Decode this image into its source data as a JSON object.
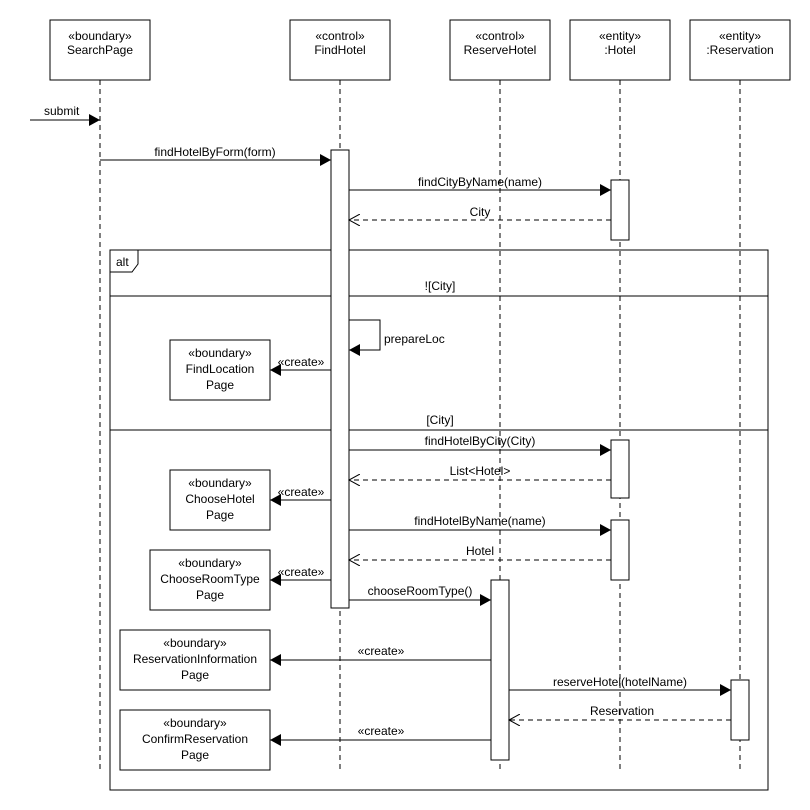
{
  "participants": [
    {
      "stereotype": "«boundary»",
      "name": "SearchPage"
    },
    {
      "stereotype": "«control»",
      "name": "FindHotel"
    },
    {
      "stereotype": "«control»",
      "name": "ReserveHotel"
    },
    {
      "stereotype": "«entity»",
      "name": ":Hotel"
    },
    {
      "stereotype": "«entity»",
      "name": ":Reservation"
    }
  ],
  "messages": {
    "submit": "submit",
    "find_hotel_by_form": "findHotelByForm(form)",
    "find_city_by_name": "findCityByName(name)",
    "city_return": "City",
    "prepare_loc": "prepareLoc",
    "create_1": "«create»",
    "find_hotel_by_city": "findHotelByCity(City)",
    "list_hotel_return": "List<Hotel>",
    "create_2": "«create»",
    "find_hotel_by_name": "findHotelByName(name)",
    "hotel_return": "Hotel",
    "create_3": "«create»",
    "choose_room_type": "chooseRoomType()",
    "create_4": "«create»",
    "reserve_hotel": "reserveHotel(hotelName)",
    "reservation_return": "Reservation",
    "create_5": "«create»"
  },
  "alt_fragment": {
    "label": "alt",
    "guard_1": "![City]",
    "guard_2": "[City]"
  },
  "created_pages": [
    {
      "stereotype": "«boundary»",
      "line1": "FindLocation",
      "line2": "Page"
    },
    {
      "stereotype": "«boundary»",
      "line1": "ChooseHotel",
      "line2": "Page"
    },
    {
      "stereotype": "«boundary»",
      "line1": "ChooseRoomType",
      "line2": "Page"
    },
    {
      "stereotype": "«boundary»",
      "line1": "ReservationInformation",
      "line2": "Page"
    },
    {
      "stereotype": "«boundary»",
      "line1": "ConfirmReservation",
      "line2": "Page"
    }
  ]
}
